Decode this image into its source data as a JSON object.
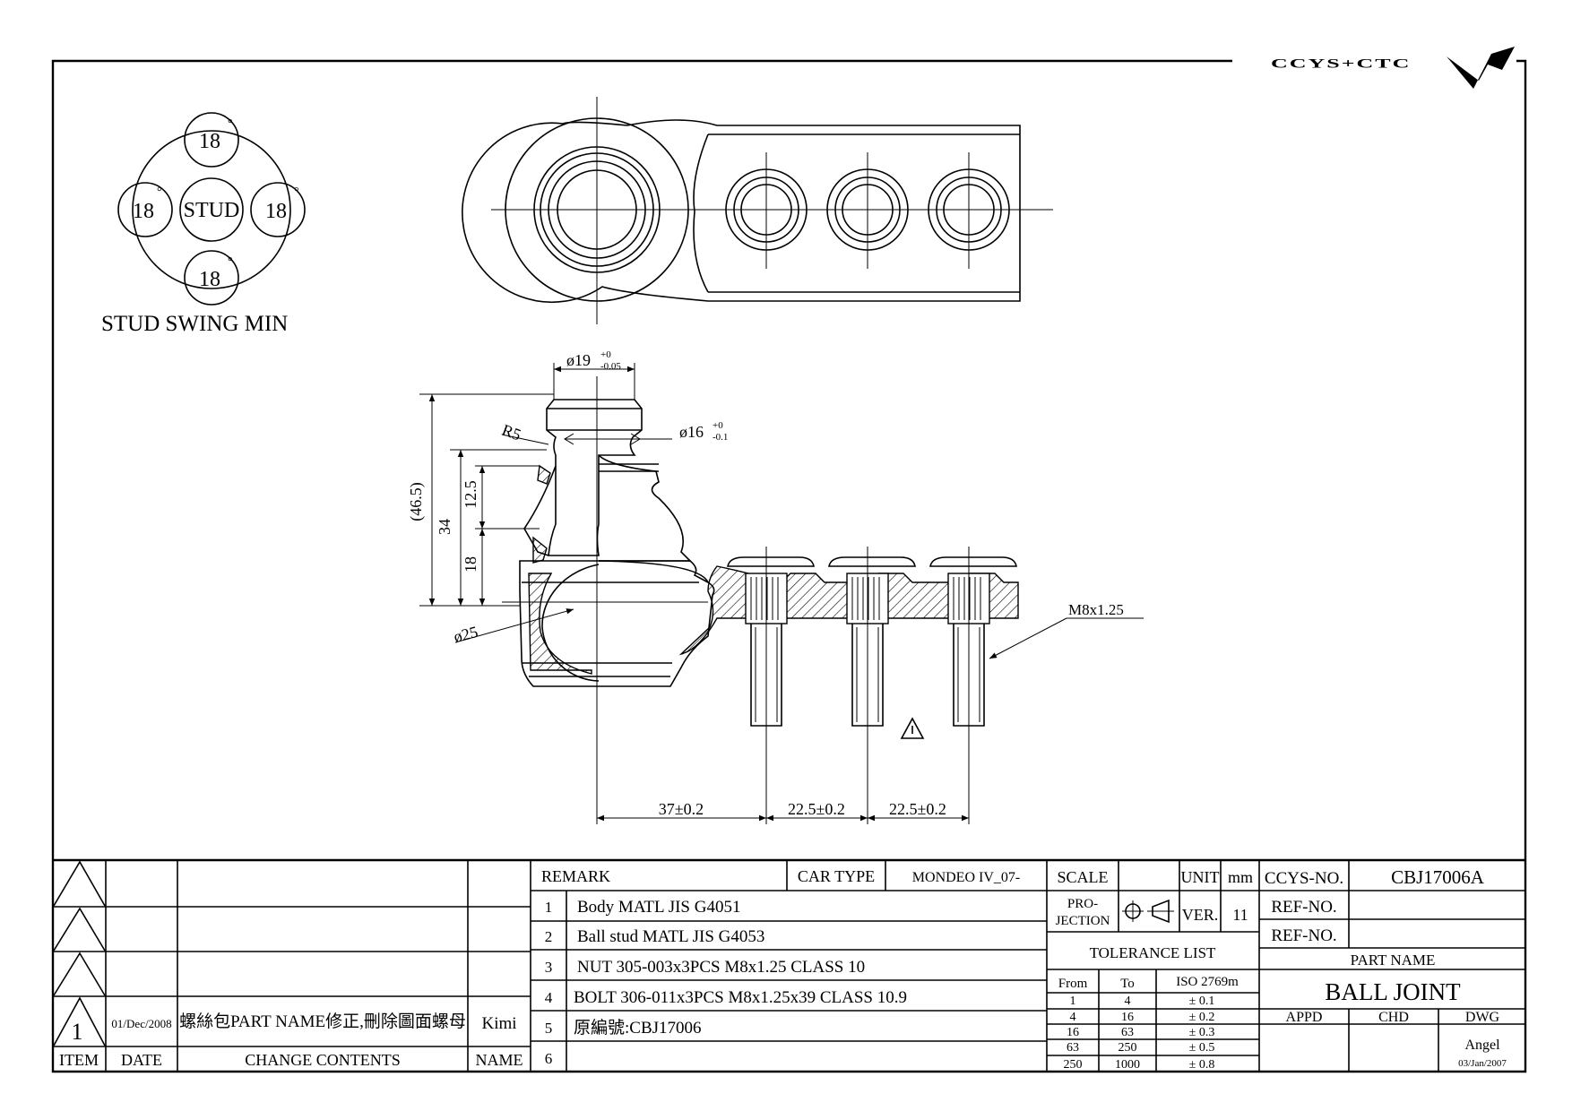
{
  "logo": {
    "text": "CCYS+CTC"
  },
  "stud_swing": {
    "center_label": "STUD",
    "angles": [
      "18",
      "18",
      "18",
      "18"
    ],
    "degree_mark": "°",
    "caption": "STUD SWING MIN"
  },
  "dimensions": {
    "top_dia": "ø19",
    "top_dia_tol_upper": "+0",
    "top_dia_tol_lower": "-0.05",
    "neck_dia": "ø16",
    "neck_dia_tol_upper": "+0",
    "neck_dia_tol_lower": "-0.1",
    "radius": "R5",
    "overall_height": "(46.5)",
    "height_34": "34",
    "height_12_5": "12.5",
    "height_18": "18",
    "ball_dia": "ø25",
    "thread": "M8x1.25",
    "spacing_1": "37±0.2",
    "spacing_2": "22.5±0.2",
    "spacing_3": "22.5±0.2"
  },
  "revisions": {
    "headers": {
      "item": "ITEM",
      "date": "DATE",
      "contents": "CHANGE CONTENTS",
      "name": "NAME"
    },
    "rows": [
      {
        "item": "",
        "date": "",
        "contents": "",
        "name": ""
      },
      {
        "item": "",
        "date": "",
        "contents": "",
        "name": ""
      },
      {
        "item": "",
        "date": "",
        "contents": "",
        "name": ""
      },
      {
        "item": "1",
        "date": "01/Dec/2008",
        "contents": "螺絲包PART NAME修正,刪除圖面螺母",
        "name": "Kimi"
      }
    ]
  },
  "remarks": {
    "label": "REMARK",
    "car_type_label": "CAR TYPE",
    "car_type": "MONDEO IV_07-",
    "items": [
      {
        "no": "1",
        "text": "Body MATL JIS G4051"
      },
      {
        "no": "2",
        "text": "Ball stud MATL JIS G4053"
      },
      {
        "no": "3",
        "text": "NUT 305-003x3PCS M8x1.25 CLASS 10"
      },
      {
        "no": "4",
        "text": "BOLT 306-011x3PCS M8x1.25x39 CLASS 10.9"
      },
      {
        "no": "5",
        "text": "原編號:CBJ17006"
      },
      {
        "no": "6",
        "text": ""
      }
    ]
  },
  "spec": {
    "scale_label": "SCALE",
    "scale_value": "",
    "unit_label": "UNIT",
    "unit_value": "mm",
    "projection_label_1": "PRO-",
    "projection_label_2": "JECTION",
    "ver_label": "VER.",
    "ver_value": "11",
    "tolerance_title": "TOLERANCE LIST",
    "tol_headers": {
      "from": "From",
      "to": "To",
      "iso": "ISO 2769m"
    },
    "tolerances": [
      {
        "from": "1",
        "to": "4",
        "tol": "± 0.1"
      },
      {
        "from": "4",
        "to": "16",
        "tol": "± 0.2"
      },
      {
        "from": "16",
        "to": "63",
        "tol": "± 0.3"
      },
      {
        "from": "63",
        "to": "250",
        "tol": "± 0.5"
      },
      {
        "from": "250",
        "to": "1000",
        "tol": "± 0.8"
      }
    ]
  },
  "title_block": {
    "ccys_no_label": "CCYS-NO.",
    "ccys_no": "CBJ17006A",
    "ref_no_label_1": "REF-NO.",
    "ref_no_1": "",
    "ref_no_label_2": "REF-NO.",
    "ref_no_2": "",
    "part_name_label": "PART NAME",
    "part_name": "BALL JOINT",
    "appd_label": "APPD",
    "chd_label": "CHD",
    "dwg_label": "DWG",
    "appd": "",
    "chd": "",
    "dwg": "Angel",
    "dwg_date": "03/Jan/2007"
  }
}
